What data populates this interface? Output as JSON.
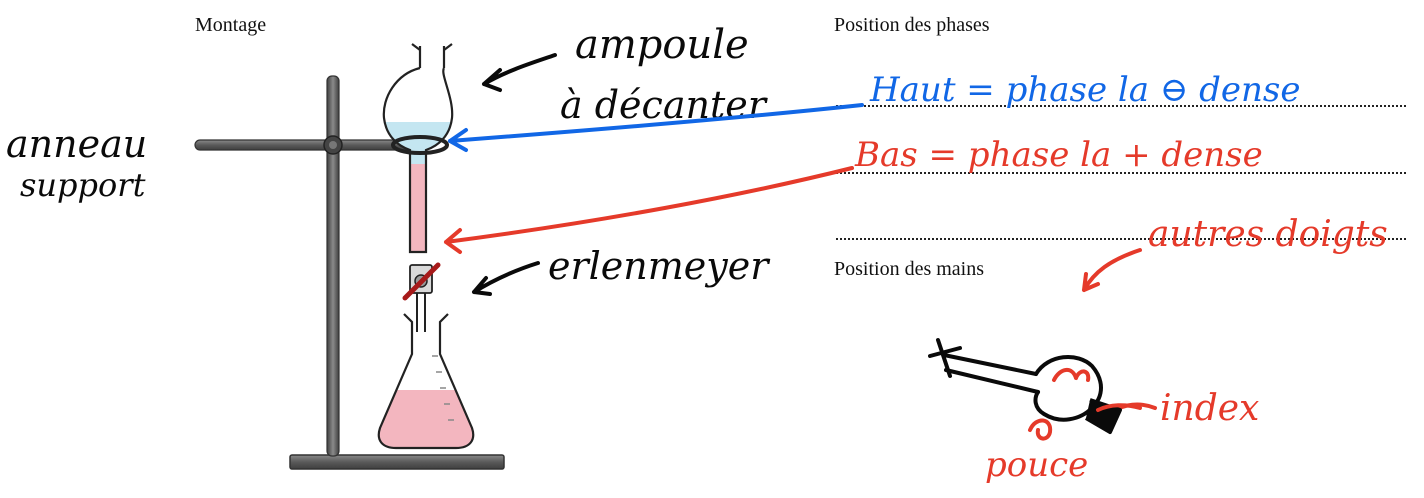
{
  "headings": {
    "montage": "Montage",
    "position_phases": "Position des phases",
    "position_mains": "Position des mains"
  },
  "annotations": {
    "ampoule_line1": "ampoule",
    "ampoule_line2": "à décanter",
    "anneau_line1": "anneau",
    "anneau_line2": "support",
    "erlenmeyer": "erlenmeyer",
    "haut": "Haut = phase la ⊖ dense",
    "bas": "Bas = phase la + dense",
    "autres_doigts": "autres doigts",
    "index": "index",
    "pouce": "pouce"
  },
  "colors": {
    "blue_ink": "#1167e6",
    "red_ink": "#e53a2a",
    "black_ink": "#0a0a0a",
    "upper_phase": "#c4e6f1",
    "lower_phase": "#f3b6bf",
    "stand_metal": "#5f5f5f"
  }
}
